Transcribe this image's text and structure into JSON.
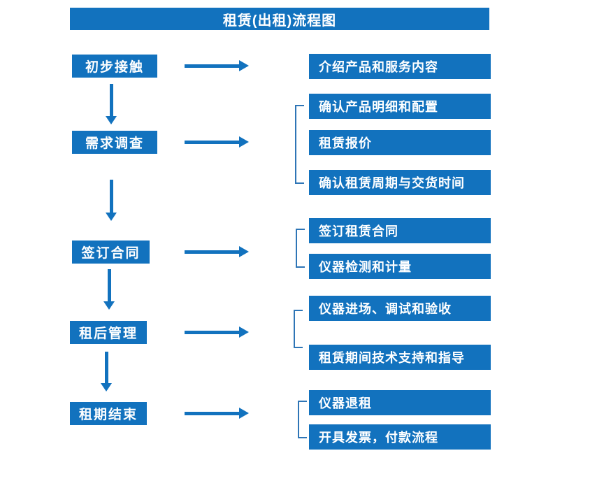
{
  "title": "租赁(出租)流程图",
  "colors": {
    "box_blue": "#1272BE",
    "bracket_blue": "#2E75B6",
    "text_white": "#FFFFFF",
    "background": "#FFFFFF"
  },
  "steps": [
    {
      "label": "初步接触",
      "details": [
        "介绍产品和服务内容"
      ]
    },
    {
      "label": "需求调查",
      "details": [
        "确认产品明细和配置",
        "租赁报价",
        "确认租赁周期与交货时间"
      ]
    },
    {
      "label": "签订合同",
      "details": [
        "签订租赁合同",
        "仪器检测和计量"
      ]
    },
    {
      "label": "租后管理",
      "details": [
        "仪器进场、调试和验收",
        "租赁期间技术支持和指导"
      ]
    },
    {
      "label": "租期结束",
      "details": [
        "仪器退租",
        "开具发票，付款流程"
      ]
    }
  ]
}
